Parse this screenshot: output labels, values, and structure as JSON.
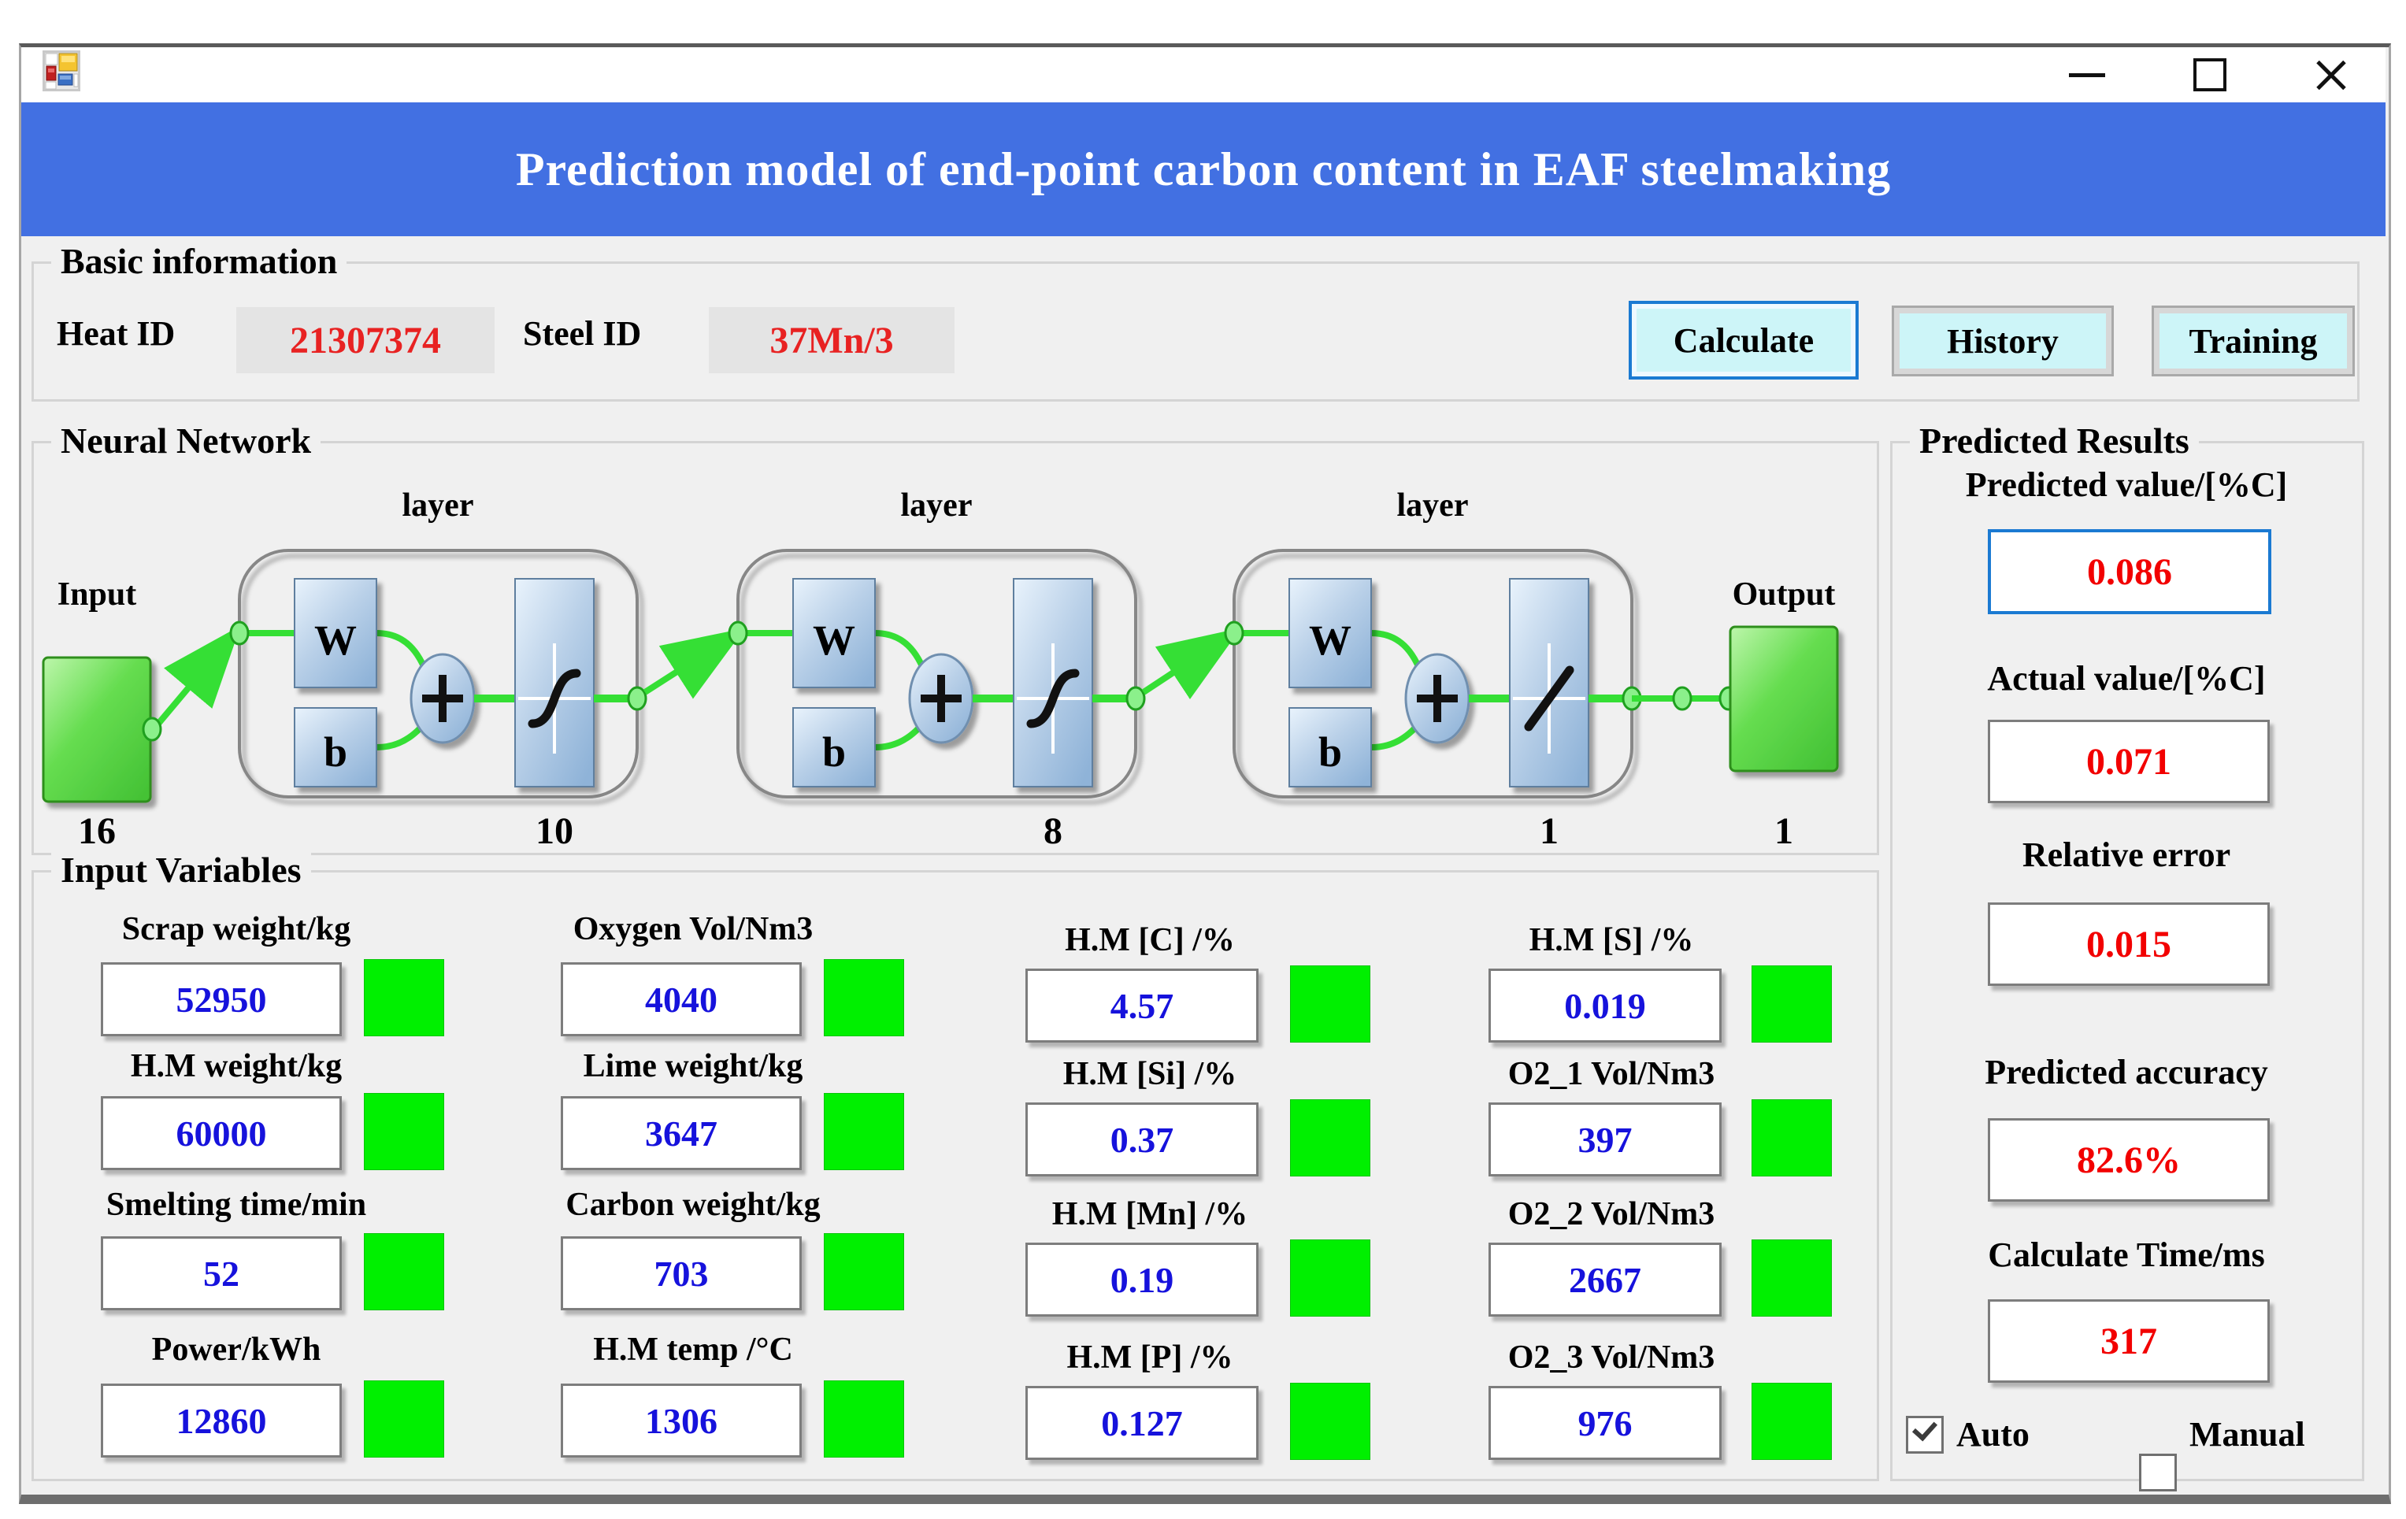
{
  "window": {
    "app_icon": "winforms-app-icon",
    "controls": {
      "minimize": "minimize",
      "maximize": "maximize",
      "close": "close"
    }
  },
  "banner": {
    "title": "Prediction model of end-point carbon content in EAF steelmaking"
  },
  "basic_info": {
    "title": "Basic information",
    "heat_id_label": "Heat ID",
    "heat_id_value": "21307374",
    "steel_id_label": "Steel ID",
    "steel_id_value": "37Mn/3",
    "buttons": [
      {
        "label": "Calculate"
      },
      {
        "label": "History"
      },
      {
        "label": "Training"
      }
    ]
  },
  "nn": {
    "title": "Neural Network",
    "input_label": "Input",
    "input_count": "16",
    "output_label": "Output",
    "output_count": "1",
    "layers": [
      {
        "label": "layer",
        "weight": "W",
        "bias": "b",
        "count": "10",
        "transfer": "sigmoid"
      },
      {
        "label": "layer",
        "weight": "W",
        "bias": "b",
        "count": "8",
        "transfer": "sigmoid"
      },
      {
        "label": "layer",
        "weight": "W",
        "bias": "b",
        "count": "1",
        "transfer": "linear"
      }
    ]
  },
  "input_variables": {
    "title": "Input Variables",
    "columns": [
      [
        {
          "label": "Scrap weight/kg",
          "value": "52950"
        },
        {
          "label": "H.M weight/kg",
          "value": "60000"
        },
        {
          "label": "Smelting time/min",
          "value": "52"
        },
        {
          "label": "Power/kWh",
          "value": "12860"
        }
      ],
      [
        {
          "label": "Oxygen Vol/Nm3",
          "value": "4040"
        },
        {
          "label": "Lime weight/kg",
          "value": "3647"
        },
        {
          "label": "Carbon weight/kg",
          "value": "703"
        },
        {
          "label": "H.M temp /°C",
          "value": "1306"
        }
      ],
      [
        {
          "label": "H.M [C] /%",
          "value": "4.57"
        },
        {
          "label": "H.M [Si] /%",
          "value": "0.37"
        },
        {
          "label": "H.M [Mn] /%",
          "value": "0.19"
        },
        {
          "label": "H.M [P] /%",
          "value": "0.127"
        }
      ],
      [
        {
          "label": "H.M [S] /%",
          "value": "0.019"
        },
        {
          "label": "O2_1 Vol/Nm3",
          "value": "397"
        },
        {
          "label": "O2_2 Vol/Nm3",
          "value": "2667"
        },
        {
          "label": "O2_3 Vol/Nm3",
          "value": "976"
        }
      ]
    ]
  },
  "predicted_results": {
    "title": "Predicted Results",
    "items": [
      {
        "label": "Predicted value/[%C]",
        "value": "0.086"
      },
      {
        "label": "Actual value/[%C]",
        "value": "0.071"
      },
      {
        "label": "Relative error",
        "value": "0.015"
      },
      {
        "label": "Predicted accuracy",
        "value": "82.6%"
      },
      {
        "label": "Calculate Time/ms",
        "value": "317"
      }
    ],
    "mode": {
      "auto_label": "Auto",
      "auto_checked": true,
      "manual_label": "Manual",
      "manual_checked": false
    }
  },
  "colors": {
    "banner_blue": "#4270e2",
    "button_cyan": "#cdf5f8",
    "focus_blue": "#1b7ad2",
    "indicator_green": "#00f000",
    "input_value_blue": "#1612dc",
    "result_value_red": "#f20000",
    "id_value_red": "#e82222",
    "node_green": "#66dd50",
    "node_blue": "#b9d0e8",
    "connector_green": "#35df35",
    "window_bg": "#f0f0f0"
  }
}
